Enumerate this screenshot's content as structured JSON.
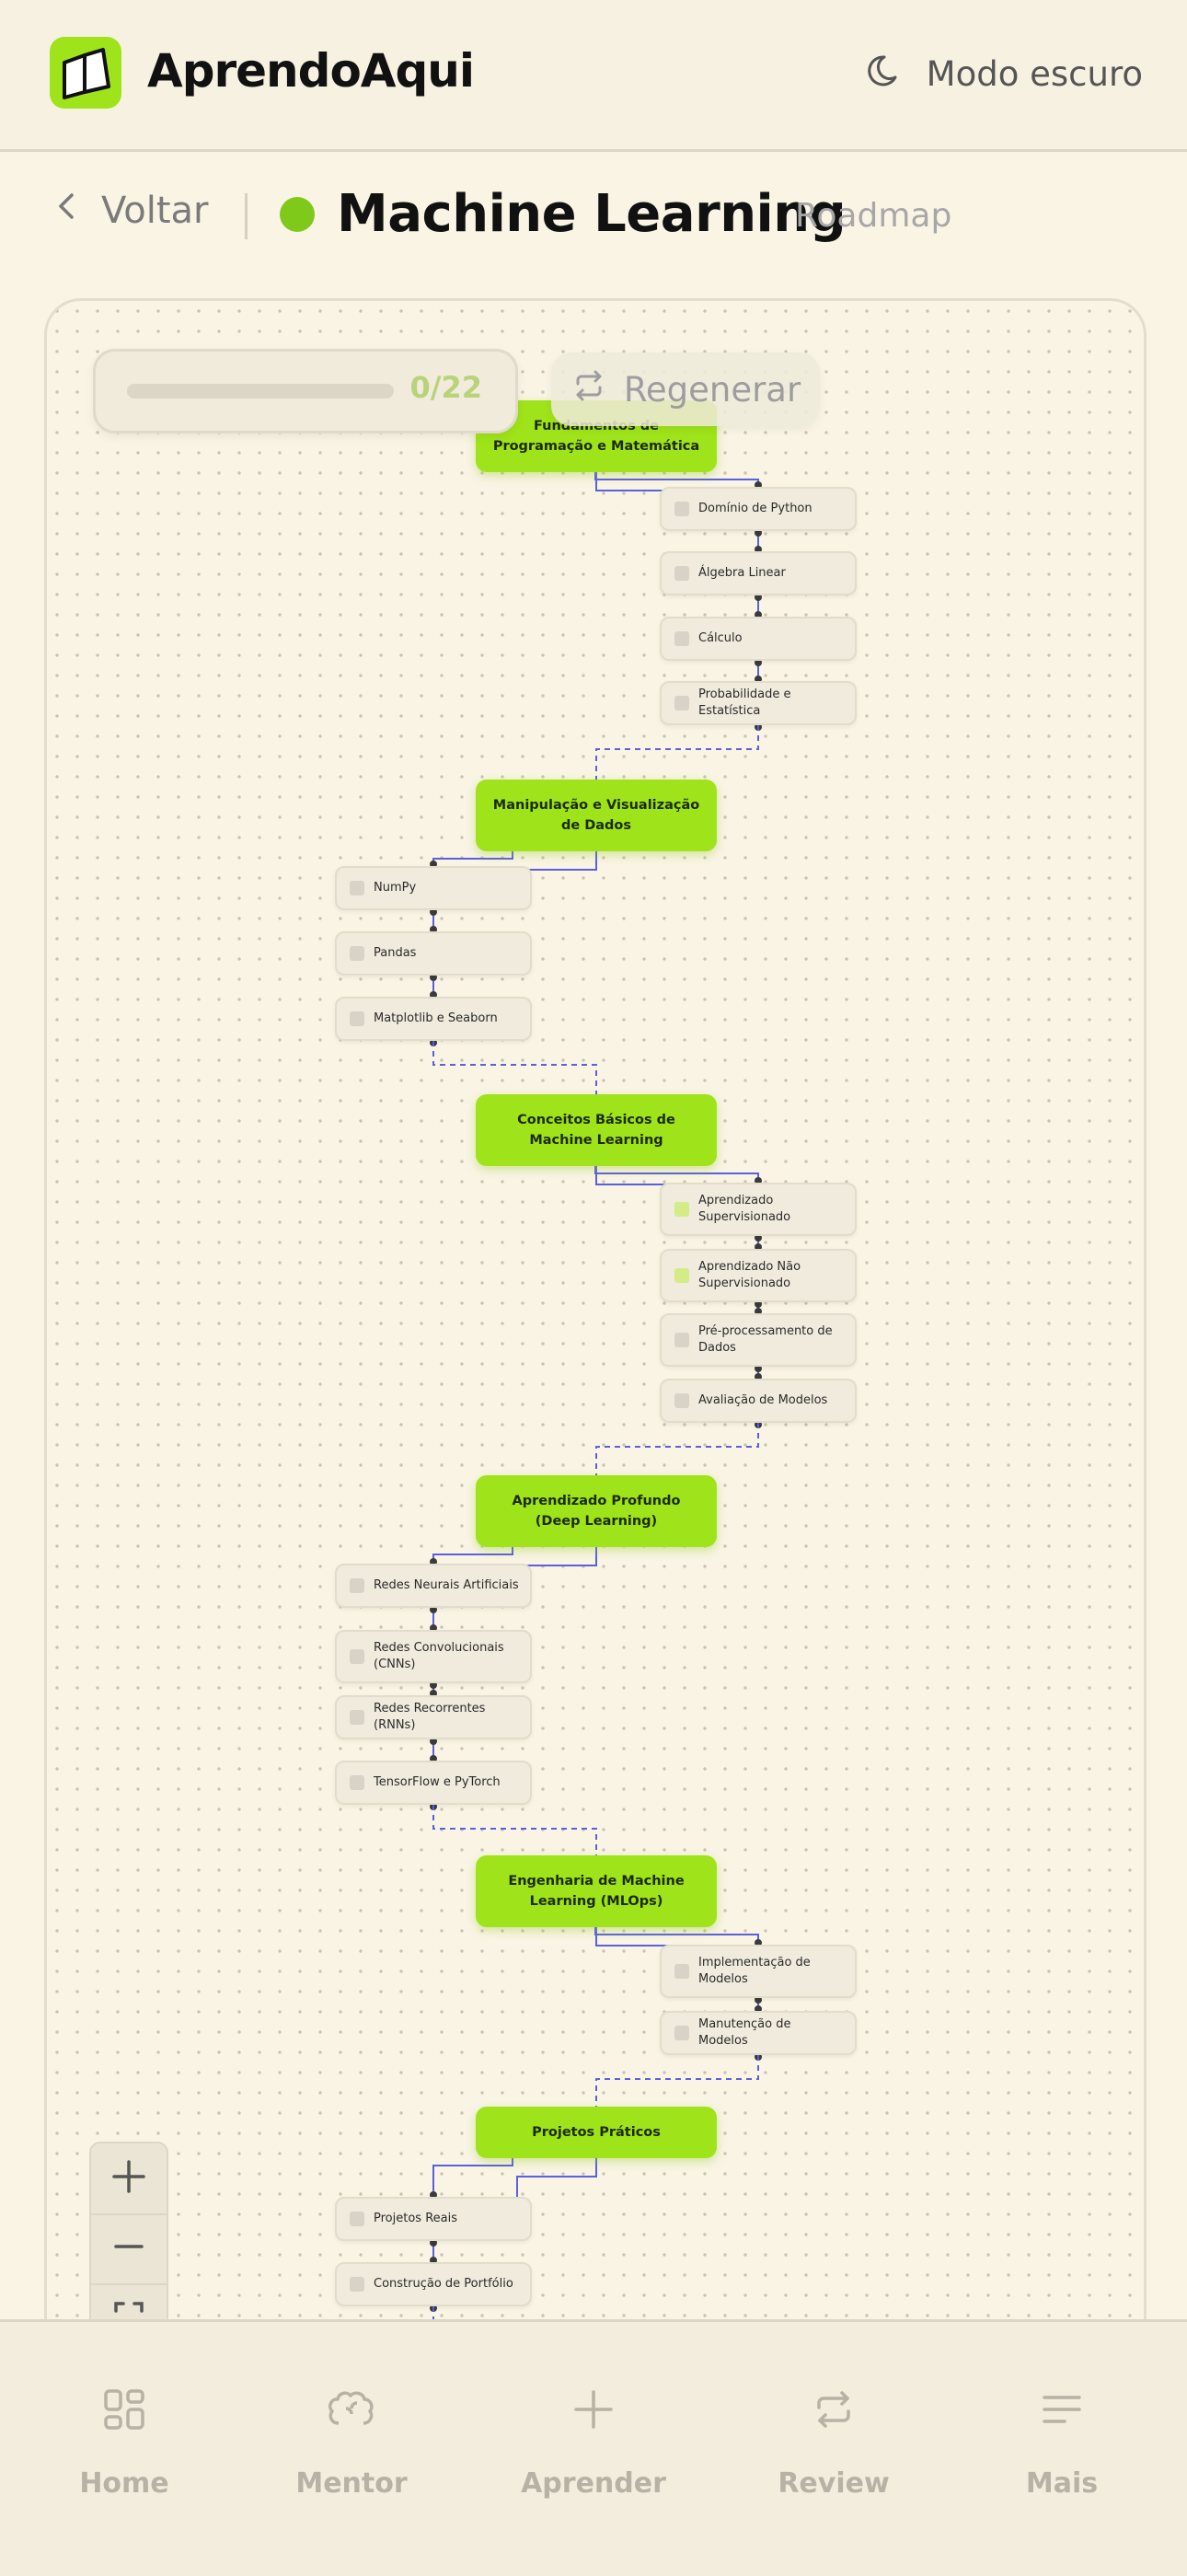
{
  "app": {
    "name": "AprendoAqui",
    "dark_mode_label": "Modo escuro"
  },
  "subheader": {
    "back_label": "Voltar",
    "title": "Machine Learning",
    "subtitle": "Roadmap"
  },
  "toolbar": {
    "progress_text": "0/22",
    "progress_fraction": 0.0,
    "regenerate_label": "Regenerar"
  },
  "roadmap": {
    "sections": [
      {
        "label": "Fundamentos de Programação e Matemática",
        "topics": [
          "Domínio de Python",
          "Álgebra Linear",
          "Cálculo",
          "Probabilidade e Estatística"
        ]
      },
      {
        "label": "Manipulação e Visualização de Dados",
        "topics": [
          "NumPy",
          "Pandas",
          "Matplotlib e Seaborn"
        ]
      },
      {
        "label": "Conceitos Básicos de Machine Learning",
        "topics": [
          "Aprendizado Supervisionado",
          "Aprendizado Não Supervisionado",
          "Pré-processamento de Dados",
          "Avaliação de Modelos"
        ]
      },
      {
        "label": "Aprendizado Profundo (Deep Learning)",
        "topics": [
          "Redes Neurais Artificiais",
          "Redes Convolucionais (CNNs)",
          "Redes Recorrentes (RNNs)",
          "TensorFlow e PyTorch"
        ]
      },
      {
        "label": "Engenharia de Machine Learning (MLOps)",
        "topics": [
          "Implementação de Modelos",
          "Manutenção de Modelos"
        ]
      },
      {
        "label": "Projetos Práticos",
        "topics": [
          "Projetos Reais",
          "Construção de Portfólio"
        ]
      }
    ]
  },
  "zoom": {
    "in_icon": "plus-icon",
    "out_icon": "minus-icon",
    "fit_icon": "fit-view-icon"
  },
  "nav": [
    {
      "label": "Home",
      "icon": "grid-icon"
    },
    {
      "label": "Mentor",
      "icon": "brain-icon"
    },
    {
      "label": "Aprender",
      "icon": "plus-icon"
    },
    {
      "label": "Review",
      "icon": "repeat-icon"
    },
    {
      "label": "Mais",
      "icon": "menu-icon"
    }
  ],
  "colors": {
    "accent": "#9fe31a",
    "background": "#f9f4e4",
    "connector": "#5b5fe0"
  }
}
